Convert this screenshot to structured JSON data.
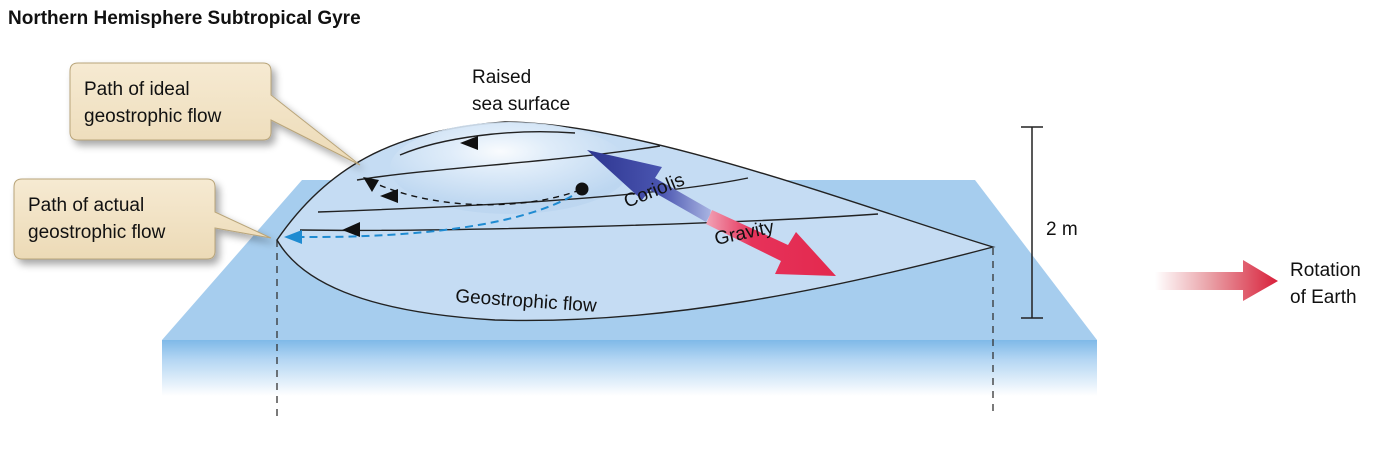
{
  "title": "Northern Hemisphere Subtropical Gyre",
  "labels": {
    "raised_line1": "Raised",
    "raised_line2": "sea surface",
    "ideal_line1": "Path of ideal",
    "ideal_line2": "geostrophic flow",
    "actual_line1": "Path of actual",
    "actual_line2": "geostrophic flow",
    "coriolis": "Coriolis",
    "gravity": "Gravity",
    "geostrophic_flow": "Geostrophic flow",
    "height": "2 m",
    "rotation_line1": "Rotation",
    "rotation_line2": "of Earth"
  },
  "colors": {
    "ocean_top": "#a6cdee",
    "ocean_front": "#8ec3ec",
    "mound": "#c5dcf3",
    "coriolis_arrow": "#2d3590",
    "gravity_arrow": "#e3294e",
    "rotation_arrow": "#d8203a",
    "actual_path": "#1f8bd1",
    "callout_fill": "#f3e5c8"
  }
}
